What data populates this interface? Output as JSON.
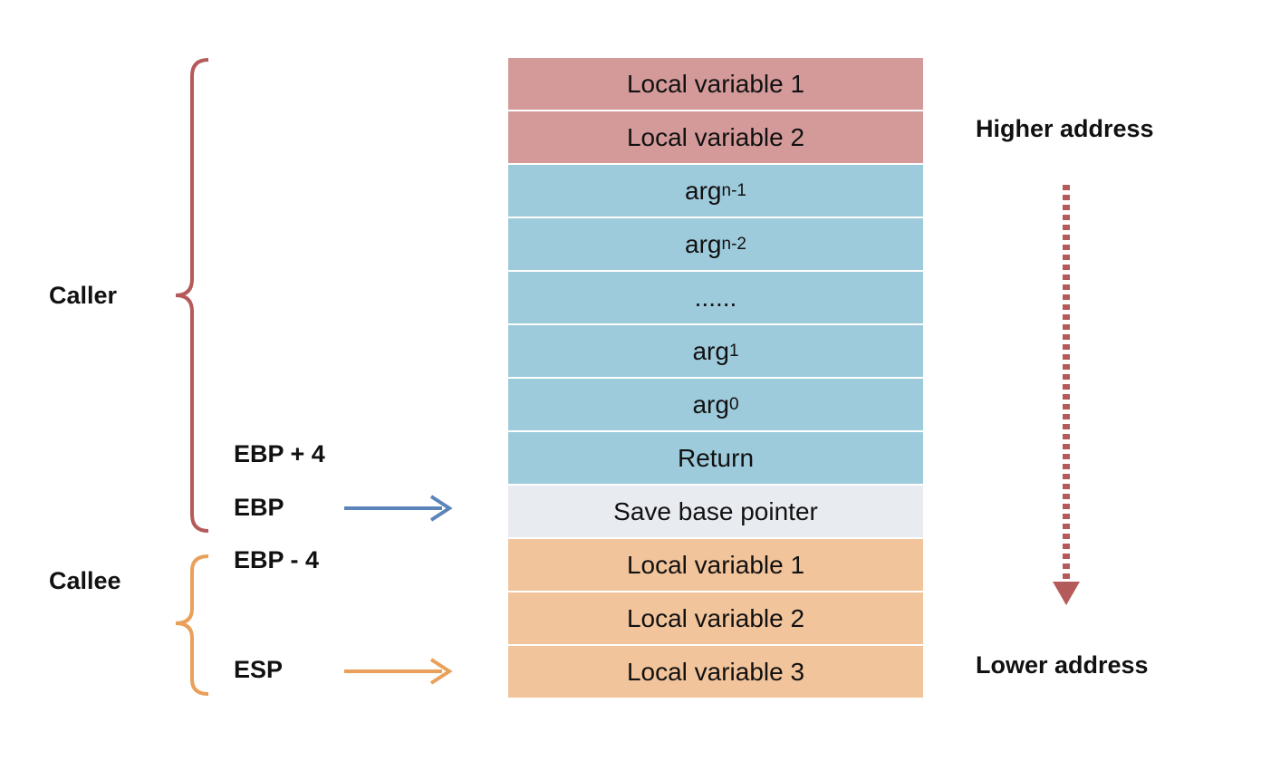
{
  "stack": [
    {
      "text": "Local variable 1",
      "color": "#d49a9a"
    },
    {
      "text": "Local variable 2",
      "color": "#d49a9a"
    },
    {
      "base": "arg",
      "sub": "n-1",
      "color": "#9ecbdc"
    },
    {
      "base": "arg",
      "sub": "n-2",
      "color": "#9ecbdc"
    },
    {
      "text": "......",
      "color": "#9ecbdc"
    },
    {
      "base": "arg",
      "sub": "1",
      "color": "#9ecbdc"
    },
    {
      "base": "arg",
      "sub": "0",
      "color": "#9ecbdc"
    },
    {
      "text": "Return",
      "color": "#9ecbdc"
    },
    {
      "text": "Save base pointer",
      "color": "#e8ebf0"
    },
    {
      "text": "Local variable 1",
      "color": "#f2c49b"
    },
    {
      "text": "Local variable 2",
      "color": "#f2c49b"
    },
    {
      "text": "Local variable 3",
      "color": "#f2c49b"
    }
  ],
  "labels": {
    "caller": "Caller",
    "callee": "Callee",
    "ebp_plus_4": "EBP + 4",
    "ebp": "EBP",
    "ebp_minus_4": "EBP - 4",
    "esp": "ESP",
    "higher": "Higher address",
    "lower": "Lower address"
  },
  "colors": {
    "caller_brace": "#b55a5a",
    "callee_brace": "#e9a05a",
    "ebp_arrow": "#5b84b8",
    "esp_arrow": "#e9a05a",
    "direction_arrow": "#b55a5a"
  }
}
